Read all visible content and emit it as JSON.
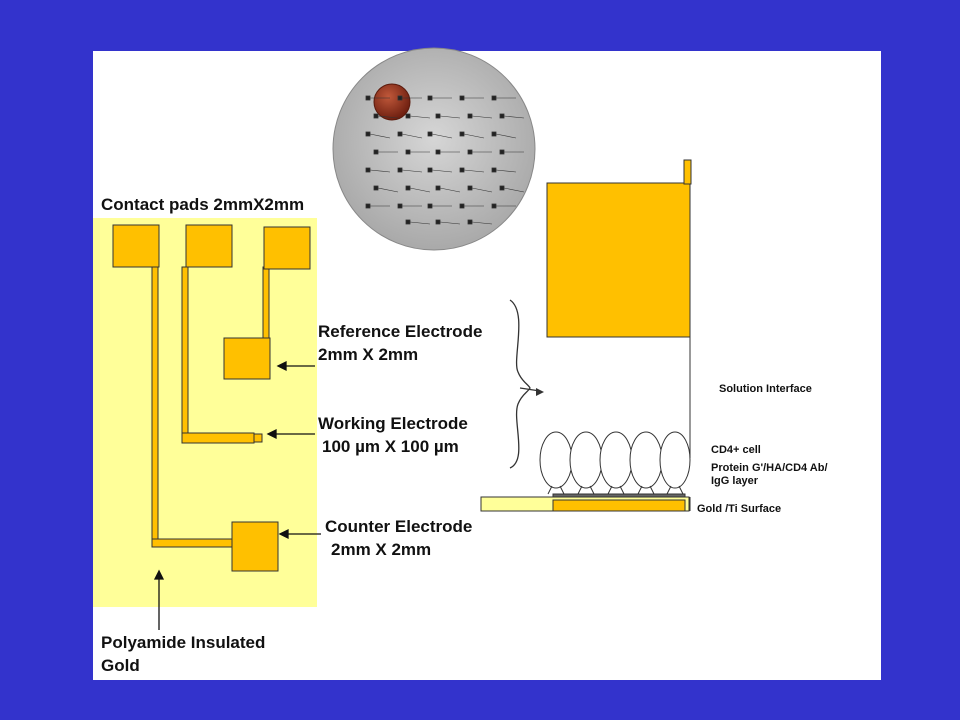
{
  "labels": {
    "contact_pads": "Contact pads 2mmX2mm",
    "reference_electrode_line1": "Reference Electrode",
    "reference_electrode_line2": "2mm X 2mm",
    "working_electrode_line1": "Working  Electrode",
    "working_electrode_line2": "100 µm X 100 µm",
    "counter_electrode_line1": "Counter Electrode",
    "counter_electrode_line2": "2mm X 2mm",
    "polyamide_line1": "Polyamide Insulated",
    "polyamide_line2": "Gold"
  },
  "side_view": {
    "solution_interface": "Solution Interface",
    "cd4_cell": "CD4+ cell",
    "protein_layer_line1": "Protein G'/HA/CD4 Ab/",
    "protein_layer_line2": "IgG layer",
    "gold_surface": "Gold /Ti Surface"
  },
  "colors": {
    "frame": "#3333cc",
    "slide": "#ffffff",
    "insulation": "#ffff99",
    "gold": "#ffc000",
    "wafer": "#c8c8c8",
    "penny": "#8b2e1a"
  },
  "photo": {
    "description_icon": "wafer-photo"
  }
}
